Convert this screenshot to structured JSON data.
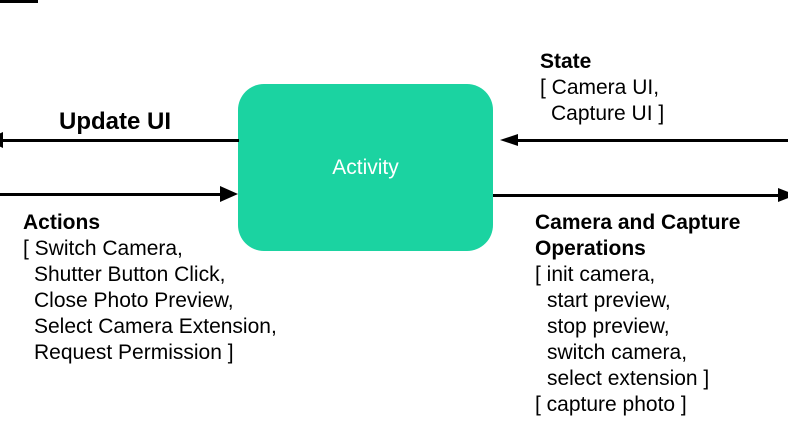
{
  "colors": {
    "node_fill": "#1BD3A1",
    "node_text": "#FFFFFF",
    "line": "#000000",
    "background": "#FFFFFF"
  },
  "node": {
    "label": "Activity"
  },
  "arrows": {
    "update_ui": {
      "label": "Update UI",
      "direction": "left",
      "from": "Activity"
    },
    "actions": {
      "direction": "right",
      "into": "Activity"
    },
    "state": {
      "direction": "left",
      "into": "Activity"
    },
    "camera_ops": {
      "direction": "right",
      "from": "Activity"
    }
  },
  "labels": {
    "update_ui": "Update UI",
    "actions": {
      "title": "Actions",
      "lines": [
        "[ Switch Camera,",
        "Shutter Button Click,",
        "Close Photo Preview,",
        "Select Camera Extension,",
        "Request Permission ]"
      ]
    },
    "state": {
      "title": "State",
      "lines": [
        "[ Camera UI,",
        "Capture UI ]"
      ]
    },
    "camera_ops": {
      "title_lines": [
        "Camera and Capture",
        "Operations"
      ],
      "lines": [
        "[ init camera,",
        "start preview,",
        "stop preview,",
        "switch camera,",
        "select extension ]",
        "[ capture photo ]"
      ]
    }
  }
}
